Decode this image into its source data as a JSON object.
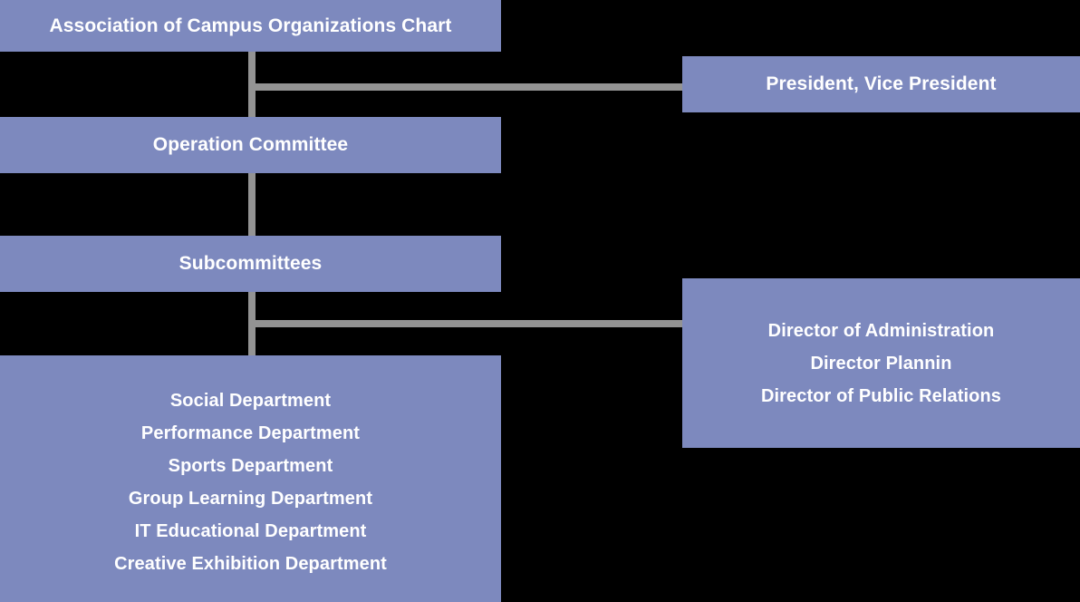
{
  "chart": {
    "title": "Association of Campus Organizations Chart",
    "box_color": "#7d89be",
    "connector_color": "#939393",
    "text_color": "#ffffff",
    "background_color": "#000000"
  },
  "nodes": {
    "title": {
      "label": "Association of Campus Organizations Chart"
    },
    "president": {
      "label": "President, Vice President"
    },
    "operation_committee": {
      "label": "Operation Committee"
    },
    "subcommittees": {
      "label": "Subcommittees"
    },
    "directors": {
      "lines": [
        "Director of Administration",
        "Director Plannin",
        "Director of Public Relations"
      ]
    },
    "departments": {
      "lines": [
        "Social Department",
        "Performance Department",
        "Sports Department",
        "Group Learning Department",
        "IT Educational Department",
        "Creative Exhibition Department"
      ]
    }
  }
}
